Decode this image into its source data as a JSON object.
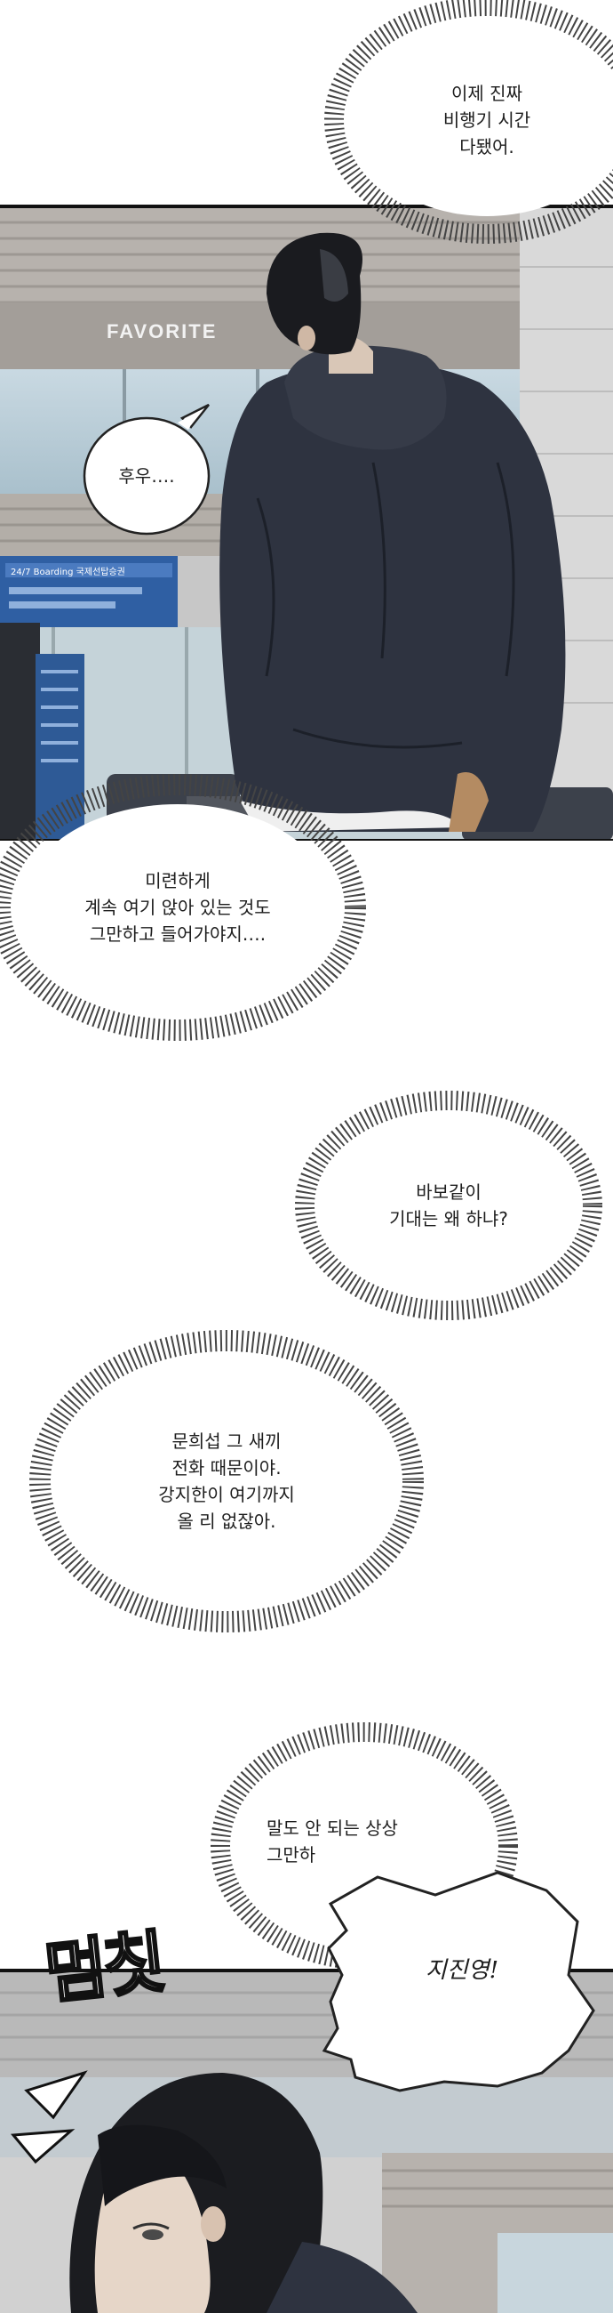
{
  "bubbles": {
    "b1": {
      "lines": [
        "이제 진짜",
        "비행기 시간",
        "다됐어."
      ]
    },
    "b2": {
      "lines": [
        "후우…."
      ]
    },
    "b3": {
      "lines": [
        "미련하게",
        "계속 여기 앉아 있는 것도",
        "그만하고 들어가야지…."
      ]
    },
    "b4": {
      "lines": [
        "바보같이",
        "기대는 왜 하냐?"
      ]
    },
    "b5": {
      "lines": [
        "문희섭 그 새끼",
        "전화 때문이야.",
        "강지한이 여기까지",
        "올 리 없잖아."
      ]
    },
    "b6": {
      "lines": [
        "말도 안 되는 상상",
        "그만하"
      ]
    },
    "b7": {
      "lines": [
        "지진영!"
      ]
    }
  },
  "sfx": {
    "text": "멈칫"
  },
  "signs": {
    "store": "FAVORITE",
    "board_title": "24/7 Boarding  국제선탑승권"
  },
  "colors": {
    "panel_border": "#111111",
    "hoodie": "#2e3340",
    "building": "#d8d8d8",
    "sign_blue": "#2f5fa3"
  }
}
